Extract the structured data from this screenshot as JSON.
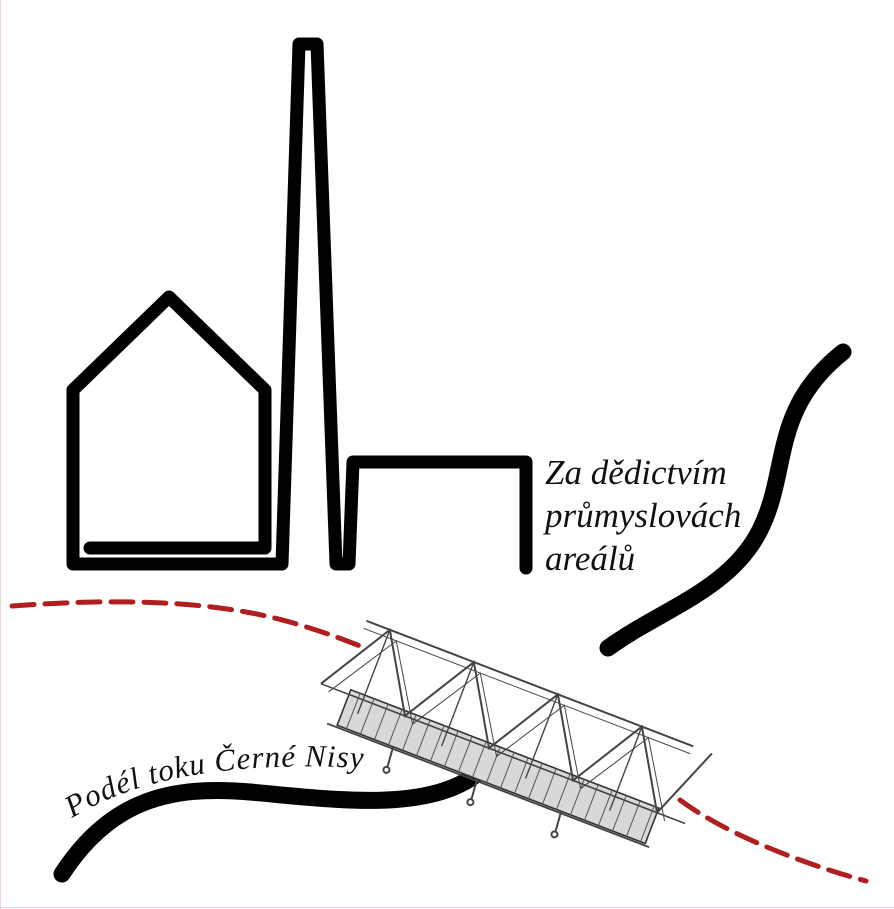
{
  "title": {
    "lines": [
      "Za dědictvím",
      "průmyslovách",
      "areálů"
    ]
  },
  "river_caption": "Podél toku Černé Nisy",
  "colors": {
    "stroke": "#000000",
    "dashed_path": "#b01e1e",
    "bridge": "#444444",
    "background": "#ffffff"
  },
  "icons": {
    "house": "house-outline-icon",
    "chimney": "factory-chimney-icon",
    "hall": "factory-hall-icon",
    "bridge": "truss-bridge-icon",
    "river": "river-curve-icon",
    "trail": "dashed-trail-icon"
  }
}
